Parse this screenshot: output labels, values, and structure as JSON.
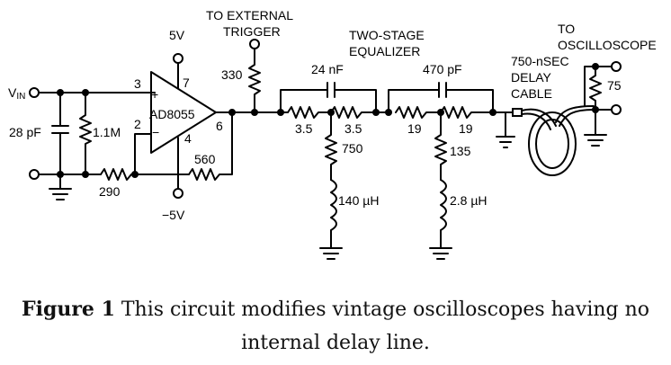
{
  "figure": {
    "caption_label": "Figure 1",
    "caption_text": " This circuit modifies vintage oscilloscopes having no internal delay line."
  },
  "diagram": {
    "labels": {
      "vin_main": "V",
      "vin_sub": "IN",
      "c_input": "28 pF",
      "r_input": "1.1M",
      "r_ground": "290",
      "r_feedback": "560",
      "opamp": "AD8055",
      "pin3": "3",
      "pin2": "2",
      "pin7": "7",
      "pin4": "4",
      "pin6": "6",
      "plus": "+",
      "minus": "−",
      "vpos": "5V",
      "vneg": "−5V",
      "trigger_line1": "TO EXTERNAL",
      "trigger_line2": "TRIGGER",
      "r_trigger": "330",
      "equalizer_line1": "TWO-STAGE",
      "equalizer_line2": "EQUALIZER",
      "c_eq1": "24 nF",
      "c_eq2": "470 pF",
      "r_eq1a": "3.5",
      "r_eq1b": "3.5",
      "r_eq1_shunt": "750",
      "l_eq1": "140 µH",
      "r_eq2a": "19",
      "r_eq2b": "19",
      "r_eq2_shunt": "135",
      "l_eq2": "2.8 µH",
      "cable_line1": "750-nSEC",
      "cable_line2": "DELAY",
      "cable_line3": "CABLE",
      "scope_line1": "TO",
      "scope_line2": "OSCILLOSCOPE",
      "r_term": "75"
    }
  }
}
